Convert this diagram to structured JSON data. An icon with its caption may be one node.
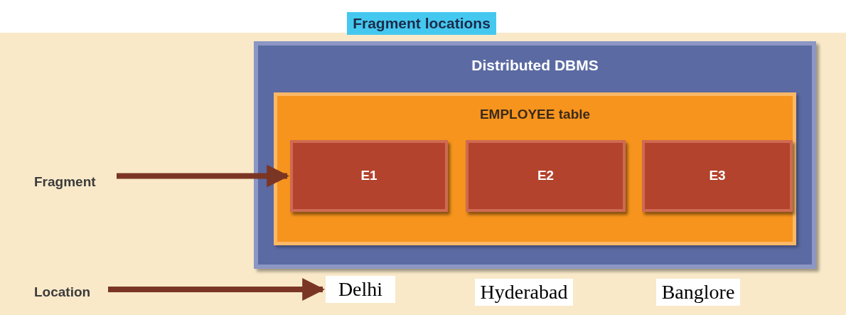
{
  "diagram": {
    "title": "Fragment locations",
    "nodes": [
      {
        "text": [
          "Distributed DBMS"
        ]
      },
      {
        "text": [
          "EMPLOYEE table"
        ],
        "in": 0
      },
      {
        "text": [
          "E1"
        ],
        "in": 1
      },
      {
        "text": [
          "E2"
        ],
        "in": 1
      },
      {
        "text": [
          "E3"
        ],
        "in": 1
      },
      {
        "text": [
          "Fragment"
        ]
      },
      {
        "text": [
          "Location"
        ]
      },
      {
        "text": [
          "Delhi"
        ]
      },
      {
        "text": [
          "Hyderabad"
        ]
      },
      {
        "text": [
          "Banglore"
        ]
      }
    ],
    "edges": [
      {
        "from": 5,
        "to": 2,
        "arrow": "to"
      },
      {
        "from": 6,
        "to": 7,
        "arrow": "to"
      }
    ]
  }
}
